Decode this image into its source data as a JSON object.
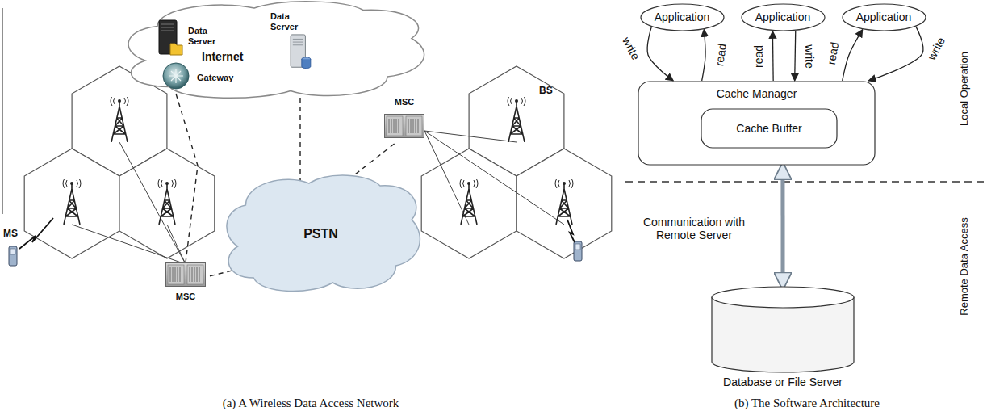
{
  "diagram": {
    "nodes": [
      {
        "text": [
          "Internet"
        ]
      },
      {
        "text": [
          "Data Server"
        ],
        "in": 0
      },
      {
        "text": [
          "Data Server"
        ],
        "in": 0
      },
      {
        "text": [
          "Gateway"
        ],
        "in": 0
      },
      {
        "text": [
          "PSTN"
        ]
      },
      {
        "text": [
          "MSC"
        ]
      },
      {
        "text": [
          "MSC"
        ]
      },
      {
        "text": [
          "Application"
        ]
      },
      {
        "text": [
          "Application"
        ]
      },
      {
        "text": [
          "Application"
        ]
      },
      {
        "text": [
          "Cache Manager"
        ]
      },
      {
        "text": [
          "Cache Buffer"
        ],
        "in": 10
      },
      {
        "text": [
          "Database or File Server"
        ]
      }
    ],
    "edges": [
      {
        "from": 7,
        "to": 10,
        "label": "write",
        "arrow": "to"
      },
      {
        "from": 10,
        "to": 7,
        "label": "read",
        "arrow": "to"
      },
      {
        "from": 10,
        "to": 8,
        "label": "read",
        "arrow": "to"
      },
      {
        "from": 8,
        "to": 10,
        "label": "write",
        "arrow": "to"
      },
      {
        "from": 10,
        "to": 9,
        "label": "read",
        "arrow": "to"
      },
      {
        "from": 9,
        "to": 10,
        "label": "write",
        "arrow": "to"
      },
      {
        "from": 10,
        "to": 12,
        "label": "Communication with Remote Server",
        "arrow": "both"
      },
      {
        "from": 3,
        "to": 5,
        "arrow": "none"
      },
      {
        "from": 2,
        "to": 4,
        "arrow": "none"
      },
      {
        "from": 5,
        "to": 4,
        "arrow": "none"
      },
      {
        "from": 6,
        "to": 4,
        "arrow": "none"
      }
    ],
    "labels": [
      "MS",
      "BS",
      "Local Operation",
      "Remote Data Access",
      "(a) A Wireless Data Access Network",
      "(b) The Software Architecture"
    ]
  }
}
